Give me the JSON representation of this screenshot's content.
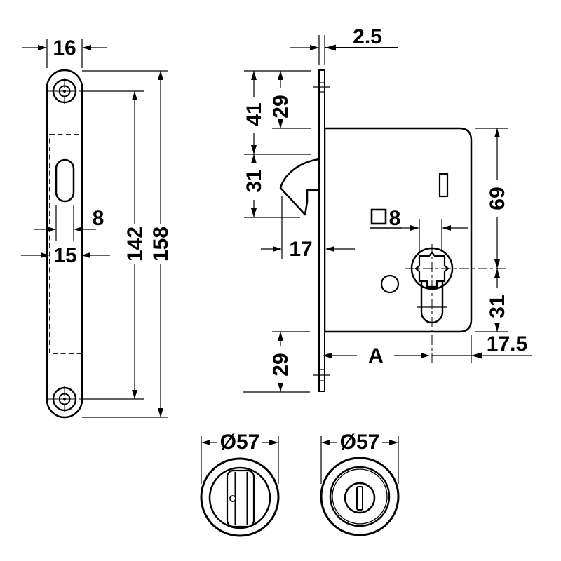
{
  "colors": {
    "ink": "#000000",
    "paper": "#ffffff"
  },
  "views": {
    "faceplate": {
      "dims": {
        "width": "16",
        "slot_width": "8",
        "cutout_width": "15",
        "screw_spacing": "142",
        "length": "158"
      }
    },
    "case": {
      "dims": {
        "plate_thickness": "2.5",
        "plate_top_to_hook": "41",
        "plate_top_to_case_top": "29",
        "hook_opening": "31",
        "hook_projection": "17",
        "spindle_square": "8",
        "case_top_to_spindle": "69",
        "spindle_to_case_bottom": "31",
        "backset": "A",
        "spindle_to_rear_edge": "17.5",
        "case_bottom_to_plate_end": "29"
      }
    },
    "turn_rose": {
      "dims": {
        "diameter": "Ø57"
      }
    },
    "release_rose": {
      "dims": {
        "diameter": "Ø57"
      }
    }
  }
}
